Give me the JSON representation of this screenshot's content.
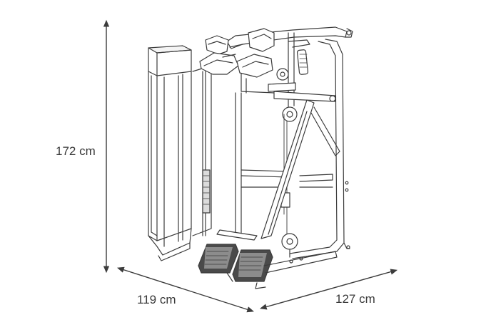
{
  "dimensions": {
    "height": "172 cm",
    "width": "119 cm",
    "depth": "127 cm"
  },
  "colors": {
    "line": "#3c3c3c",
    "fill": "#ffffff",
    "shade": "#e6e6e6",
    "dark": "#4a4a4a"
  }
}
